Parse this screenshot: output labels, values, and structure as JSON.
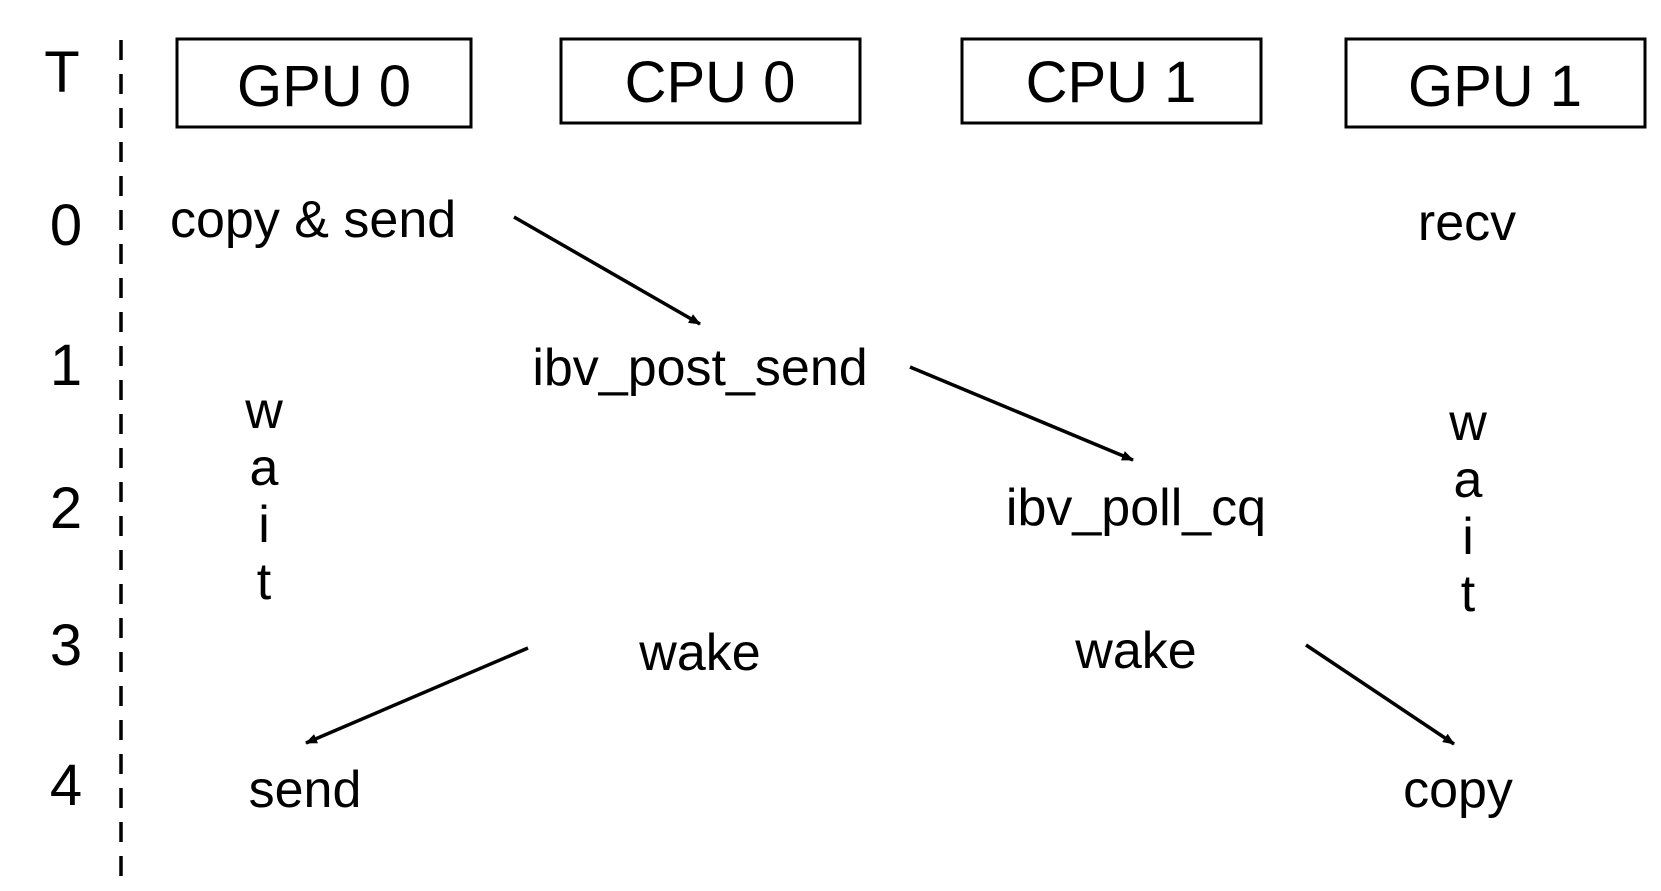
{
  "time_axis": {
    "header": "T",
    "ticks": [
      "0",
      "1",
      "2",
      "3",
      "4"
    ]
  },
  "lanes": [
    {
      "id": "gpu0",
      "label": "GPU 0"
    },
    {
      "id": "cpu0",
      "label": "CPU 0"
    },
    {
      "id": "cpu1",
      "label": "CPU 1"
    },
    {
      "id": "gpu1",
      "label": "GPU 1"
    }
  ],
  "events": {
    "gpu0_copy_send": "copy & send",
    "gpu1_recv": "recv",
    "cpu0_post_send": "ibv_post_send",
    "gpu0_wait": [
      "w",
      "a",
      "i",
      "t"
    ],
    "cpu1_poll_cq": "ibv_poll_cq",
    "gpu1_wait": [
      "w",
      "a",
      "i",
      "t"
    ],
    "cpu0_wake": "wake",
    "cpu1_wake": "wake",
    "gpu0_send": "send",
    "gpu1_copy": "copy"
  }
}
